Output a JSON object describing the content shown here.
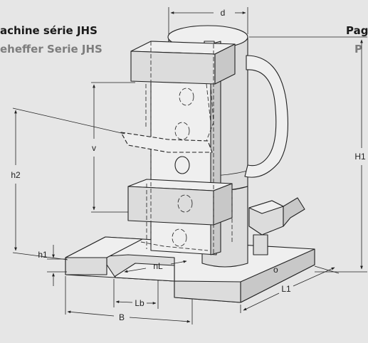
{
  "header": {
    "title_fr_left": "achine série JHS",
    "title_de_left": "eheffer Serie JHS",
    "title_fr_right": "Pag",
    "title_de_right": "P"
  },
  "dimensions": {
    "d": "d",
    "v": "v",
    "h2": "h2",
    "h1": "h1",
    "H1": "H1",
    "nL": "nL",
    "Lb": "Lb",
    "B": "B",
    "L1": "L1"
  }
}
